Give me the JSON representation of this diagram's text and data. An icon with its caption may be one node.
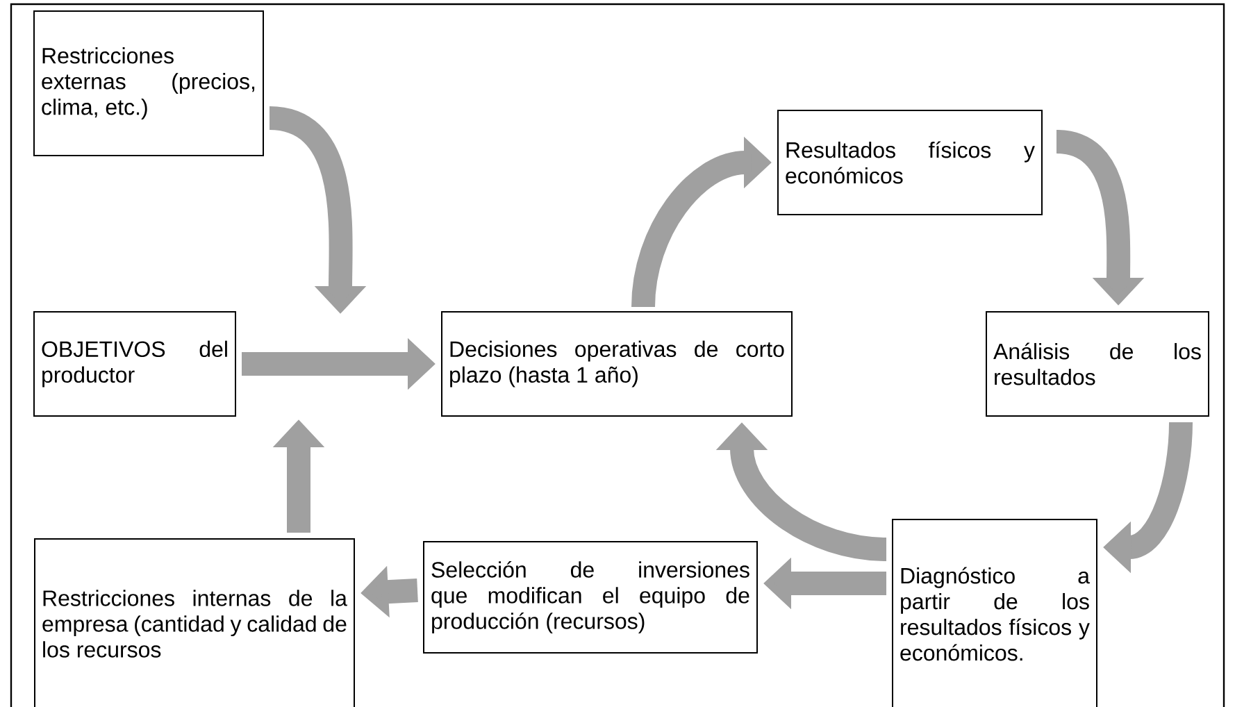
{
  "diagram": {
    "nodes": [
      {
        "text": [
          "Restricciones externas (precios, clima, etc.)"
        ]
      },
      {
        "text": [
          "OBJETIVOS del productor"
        ]
      },
      {
        "text": [
          "Decisiones operativas de corto plazo (hasta 1 año)"
        ]
      },
      {
        "text": [
          "Resultados físicos y económicos"
        ]
      },
      {
        "text": [
          "Análisis de los resultados"
        ]
      },
      {
        "text": [
          "Diagnóstico a partir de los resultados físicos y económicos."
        ]
      },
      {
        "text": [
          "Selección de inversiones que modifican el equipo de producción (recursos)"
        ]
      },
      {
        "text": [
          "Restricciones internas de la empresa (cantidad y calidad de los recursos"
        ]
      }
    ],
    "edges": [
      {
        "from": 0,
        "to": null,
        "arrow": "to"
      },
      {
        "from": 1,
        "to": 2,
        "arrow": "to"
      },
      {
        "from": 2,
        "to": 3,
        "arrow": "to"
      },
      {
        "from": 3,
        "to": 4,
        "arrow": "to"
      },
      {
        "from": 4,
        "to": 5,
        "arrow": "to"
      },
      {
        "from": 5,
        "to": 2,
        "arrow": "to"
      },
      {
        "from": 5,
        "to": 6,
        "arrow": "to"
      },
      {
        "from": 6,
        "to": 7,
        "arrow": "to"
      },
      {
        "from": 7,
        "to": null,
        "arrow": "to"
      }
    ]
  }
}
